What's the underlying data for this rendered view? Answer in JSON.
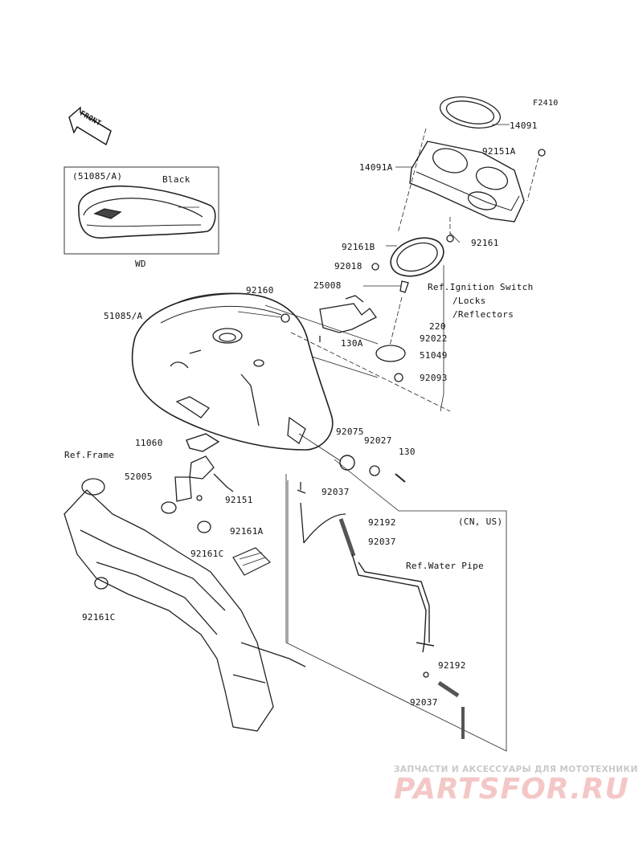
{
  "diagram": {
    "figure_code": "F2410",
    "front_badge": "FRONT",
    "inset": {
      "part": "(51085/A)",
      "color_note": "Black",
      "caption": "WD"
    },
    "region_box": "(CN, US)",
    "refs": {
      "ignition": [
        "Ref.Ignition Switch",
        "/Locks",
        "/Reflectors"
      ],
      "frame": "Ref.Frame",
      "water_pipe": "Ref.Water Pipe"
    },
    "parts": [
      {
        "id": "p14091",
        "text": "14091"
      },
      {
        "id": "p92151A",
        "text": "92151A"
      },
      {
        "id": "p14091A",
        "text": "14091A"
      },
      {
        "id": "p92161B",
        "text": "92161B"
      },
      {
        "id": "p92161",
        "text": "92161"
      },
      {
        "id": "p92018",
        "text": "92018"
      },
      {
        "id": "p92160",
        "text": "92160"
      },
      {
        "id": "p25008",
        "text": "25008"
      },
      {
        "id": "p51085A",
        "text": "51085/A"
      },
      {
        "id": "p220",
        "text": "220"
      },
      {
        "id": "p92022",
        "text": "92022"
      },
      {
        "id": "p130A",
        "text": "130A"
      },
      {
        "id": "p51049",
        "text": "51049"
      },
      {
        "id": "p92093",
        "text": "92093"
      },
      {
        "id": "p92075",
        "text": "92075"
      },
      {
        "id": "p92027",
        "text": "92027"
      },
      {
        "id": "p11060",
        "text": "11060"
      },
      {
        "id": "p130",
        "text": "130"
      },
      {
        "id": "p52005",
        "text": "52005"
      },
      {
        "id": "p92037a",
        "text": "92037"
      },
      {
        "id": "p92151",
        "text": "92151"
      },
      {
        "id": "p92192a",
        "text": "92192"
      },
      {
        "id": "p92037b",
        "text": "92037"
      },
      {
        "id": "p92161A",
        "text": "92161A"
      },
      {
        "id": "p92161Ca",
        "text": "92161C"
      },
      {
        "id": "p92161Cb",
        "text": "92161C"
      },
      {
        "id": "p92192b",
        "text": "92192"
      },
      {
        "id": "p92037c",
        "text": "92037"
      }
    ]
  },
  "watermark": {
    "tagline": "ЗАПЧАСТИ И АКСЕССУАРЫ ДЛЯ МОТОТЕХНИКИ",
    "brand": "PARTSFOR.RU",
    "brand_color": "#d94a4a"
  }
}
